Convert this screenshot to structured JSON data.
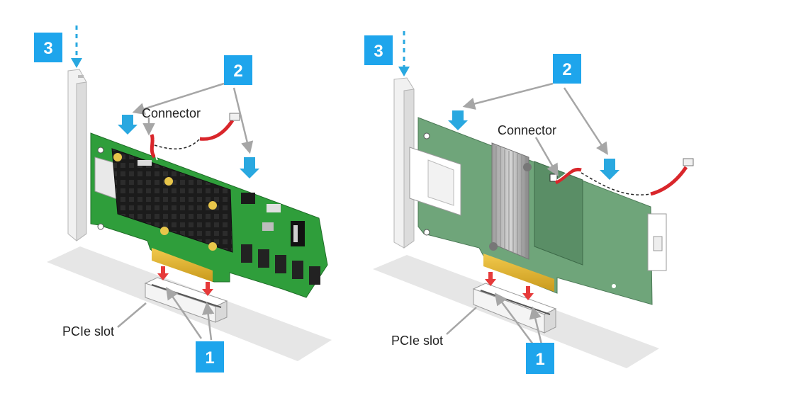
{
  "colors": {
    "callout_bg": "#1ea5ec",
    "arrow_blue": "#29a8e0",
    "arrow_red": "#e63a3a",
    "pointer_gray": "#a6a6a6",
    "board_green_left": "#2f9e3b",
    "board_green_right": "#6fa57a",
    "heatsink_black": "#1b1b1b",
    "cable_red": "#d9262b"
  },
  "left": {
    "step3": "3",
    "step2": "2",
    "step1": "1",
    "connector_label": "Connector",
    "slot_label": "PCIe slot"
  },
  "right": {
    "step3": "3",
    "step2": "2",
    "step1": "1",
    "connector_label": "Connector",
    "slot_label": "PCIe slot"
  }
}
